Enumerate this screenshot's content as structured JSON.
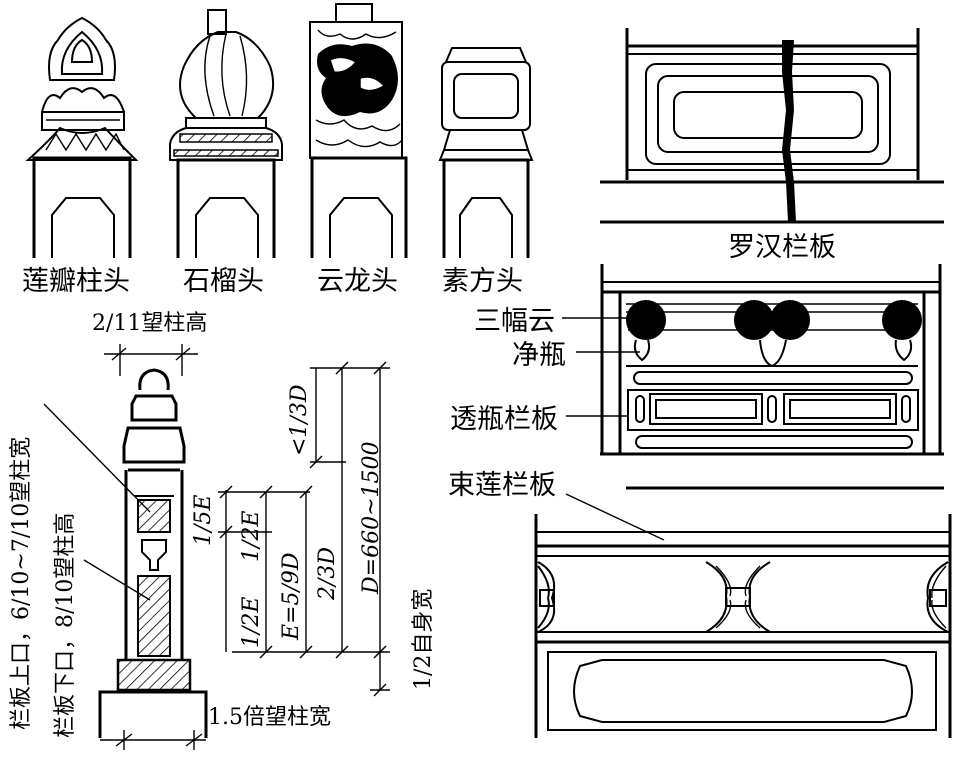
{
  "top_row": {
    "post_heads": [
      {
        "label": "莲瓣柱头"
      },
      {
        "label": "石榴头"
      },
      {
        "label": "云龙头"
      },
      {
        "label": "素方头"
      }
    ]
  },
  "right_panels": {
    "luohan": {
      "label": "罗汉栏板"
    },
    "touping": {
      "callout_sanfuyun": "三幅云",
      "callout_jingping": "净瓶",
      "callout_panel": "透瓶栏板"
    },
    "shulian": {
      "label": "束莲栏板"
    }
  },
  "proportion_diagram": {
    "top_width": "2/11望柱高",
    "upper_opening": "栏板上口，6/10~7/10望柱宽",
    "lower_opening": "栏板下口，8/10望柱高",
    "base_width": "1.5倍望柱宽",
    "dims": {
      "one_third_D": "<1/3D",
      "D_range": "D=660~1500",
      "one_fifth_E": "1/5E",
      "half_E_a": "1/2E",
      "half_E_b": "1/2E",
      "E_val": "E=5/9D",
      "two_thirds_D": "2/3D",
      "half_self_width": "1/2自身宽"
    }
  }
}
